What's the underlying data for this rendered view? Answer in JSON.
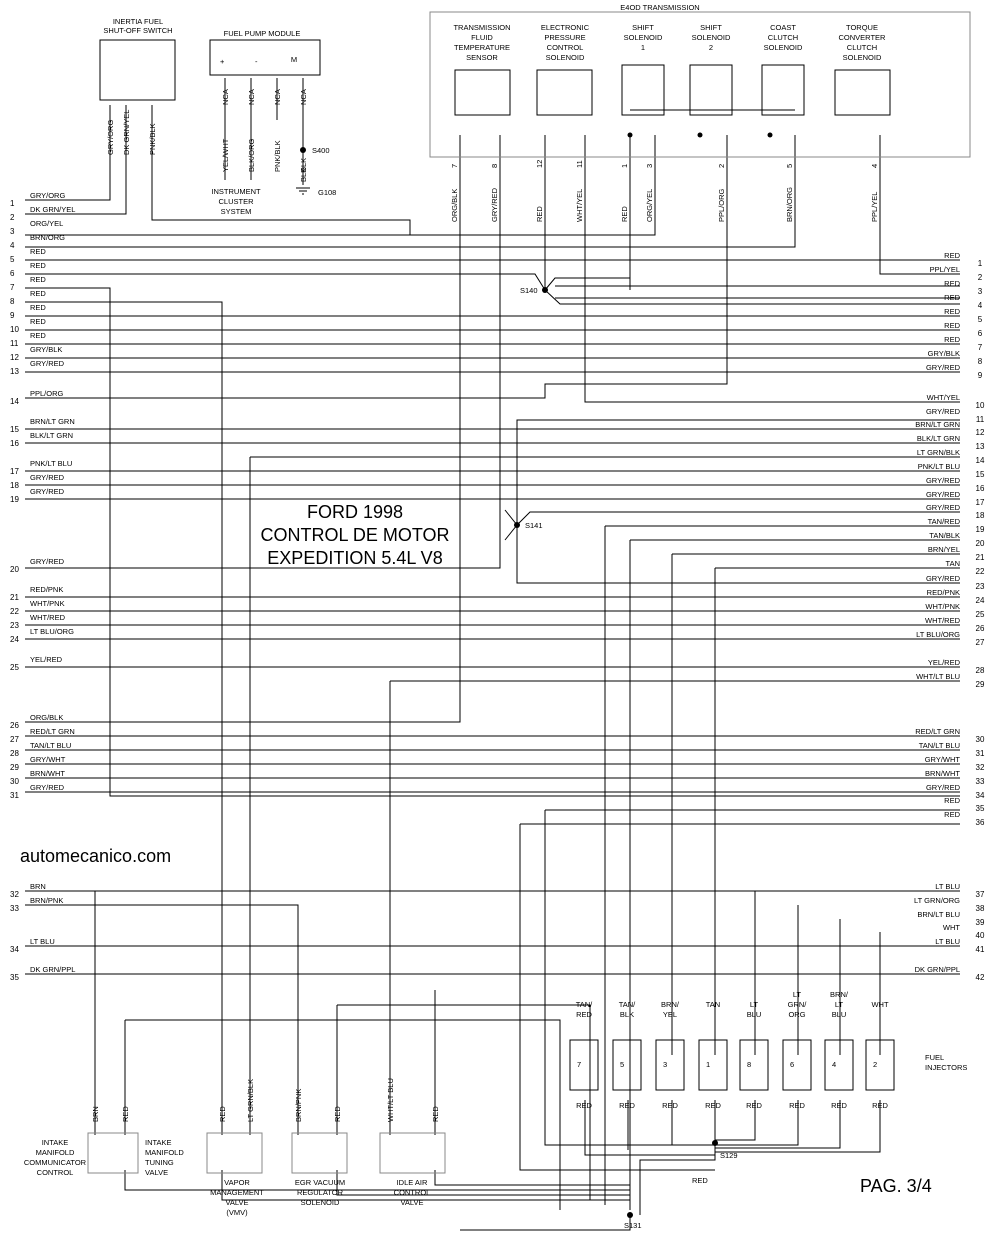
{
  "title": {
    "line1": "FORD 1998",
    "line2": "CONTROL DE MOTOR",
    "line3": "EXPEDITION 5.4L V8"
  },
  "watermark": "automecanico.com",
  "page_number": "PAG. 3/4",
  "left_pins": [
    {
      "num": "1",
      "color": "GRY/ORG"
    },
    {
      "num": "2",
      "color": "DK GRN/YEL"
    },
    {
      "num": "3",
      "color": "ORG/YEL"
    },
    {
      "num": "4",
      "color": "BRN/ORG"
    },
    {
      "num": "5",
      "color": "RED"
    },
    {
      "num": "6",
      "color": "RED"
    },
    {
      "num": "7",
      "color": "RED"
    },
    {
      "num": "8",
      "color": "RED"
    },
    {
      "num": "9",
      "color": "RED"
    },
    {
      "num": "10",
      "color": "RED"
    },
    {
      "num": "11",
      "color": "RED"
    },
    {
      "num": "12",
      "color": "GRY/BLK"
    },
    {
      "num": "13",
      "color": "GRY/RED"
    },
    {
      "num": "14",
      "color": "PPL/ORG"
    },
    {
      "num": "15",
      "color": "BRN/LT GRN"
    },
    {
      "num": "16",
      "color": "BLK/LT GRN"
    },
    {
      "num": "17",
      "color": "PNK/LT BLU"
    },
    {
      "num": "18",
      "color": "GRY/RED"
    },
    {
      "num": "19",
      "color": "GRY/RED"
    },
    {
      "num": "20",
      "color": "GRY/RED"
    },
    {
      "num": "21",
      "color": "RED/PNK"
    },
    {
      "num": "22",
      "color": "WHT/PNK"
    },
    {
      "num": "23",
      "color": "WHT/RED"
    },
    {
      "num": "24",
      "color": "LT BLU/ORG"
    },
    {
      "num": "25",
      "color": "YEL/RED"
    },
    {
      "num": "26",
      "color": "ORG/BLK"
    },
    {
      "num": "27",
      "color": "RED/LT GRN"
    },
    {
      "num": "28",
      "color": "TAN/LT BLU"
    },
    {
      "num": "29",
      "color": "GRY/WHT"
    },
    {
      "num": "30",
      "color": "BRN/WHT"
    },
    {
      "num": "31",
      "color": "GRY/RED"
    },
    {
      "num": "32",
      "color": "BRN"
    },
    {
      "num": "33",
      "color": "BRN/PNK"
    },
    {
      "num": "34",
      "color": "LT BLU"
    },
    {
      "num": "35",
      "color": "DK GRN/PPL"
    }
  ],
  "right_pins": [
    {
      "num": "1",
      "color": "RED"
    },
    {
      "num": "2",
      "color": "PPL/YEL"
    },
    {
      "num": "3",
      "color": "RED"
    },
    {
      "num": "4",
      "color": "RED"
    },
    {
      "num": "5",
      "color": "RED"
    },
    {
      "num": "6",
      "color": "RED"
    },
    {
      "num": "7",
      "color": "RED"
    },
    {
      "num": "8",
      "color": "GRY/BLK"
    },
    {
      "num": "9",
      "color": "GRY/RED"
    },
    {
      "num": "10",
      "color": "WHT/YEL"
    },
    {
      "num": "11",
      "color": "GRY/RED"
    },
    {
      "num": "12",
      "color": "BRN/LT GRN"
    },
    {
      "num": "13",
      "color": "BLK/LT GRN"
    },
    {
      "num": "14",
      "color": "LT GRN/BLK"
    },
    {
      "num": "15",
      "color": "PNK/LT BLU"
    },
    {
      "num": "16",
      "color": "GRY/RED"
    },
    {
      "num": "17",
      "color": "GRY/RED"
    },
    {
      "num": "18",
      "color": "GRY/RED"
    },
    {
      "num": "19",
      "color": "TAN/RED"
    },
    {
      "num": "20",
      "color": "TAN/BLK"
    },
    {
      "num": "21",
      "color": "BRN/YEL"
    },
    {
      "num": "22",
      "color": "TAN"
    },
    {
      "num": "23",
      "color": "GRY/RED"
    },
    {
      "num": "24",
      "color": "RED/PNK"
    },
    {
      "num": "25",
      "color": "WHT/PNK"
    },
    {
      "num": "26",
      "color": "WHT/RED"
    },
    {
      "num": "27",
      "color": "LT BLU/ORG"
    },
    {
      "num": "28",
      "color": "YEL/RED"
    },
    {
      "num": "29",
      "color": "WHT/LT BLU"
    },
    {
      "num": "30",
      "color": "RED/LT GRN"
    },
    {
      "num": "31",
      "color": "TAN/LT BLU"
    },
    {
      "num": "32",
      "color": "GRY/WHT"
    },
    {
      "num": "33",
      "color": "BRN/WHT"
    },
    {
      "num": "34",
      "color": "GRY/RED"
    },
    {
      "num": "35",
      "color": "RED"
    },
    {
      "num": "36",
      "color": "RED"
    },
    {
      "num": "37",
      "color": "LT BLU"
    },
    {
      "num": "38",
      "color": "LT GRN/ORG"
    },
    {
      "num": "39",
      "color": "BRN/LT BLU"
    },
    {
      "num": "40",
      "color": "WHT"
    },
    {
      "num": "41",
      "color": "LT BLU"
    },
    {
      "num": "42",
      "color": "DK GRN/PPL"
    }
  ],
  "inertia": {
    "title1": "INERTIA FUEL",
    "title2": "SHUT-OFF SWITCH",
    "wires": [
      "GRY/ORG",
      "DK GRN/YEL",
      "PNK/BLK"
    ]
  },
  "fuel_pump": {
    "title": "FUEL PUMP MODULE",
    "plus": "+",
    "minus": "-",
    "motor": "M",
    "nca": "NCA",
    "wires": [
      "YEL/WHT",
      "BLK/ORG",
      "PNK/BLK",
      "BLK"
    ],
    "s400": "S400",
    "blk": "BLK",
    "g108": "G108",
    "cluster1": "INSTRUMENT",
    "cluster2": "CLUSTER",
    "cluster3": "SYSTEM"
  },
  "e4od": {
    "title": "E4OD TRANSMISSION",
    "comps": [
      {
        "lines": [
          "TRANSMISSION",
          "FLUID",
          "TEMPERATURE",
          "SENSOR"
        ]
      },
      {
        "lines": [
          "ELECTRONIC",
          "PRESSURE",
          "CONTROL",
          "SOLENOID"
        ]
      },
      {
        "lines": [
          "SHIFT",
          "SOLENOID",
          "1"
        ]
      },
      {
        "lines": [
          "SHIFT",
          "SOLENOID",
          "2"
        ]
      },
      {
        "lines": [
          "COAST",
          "CLUTCH",
          "SOLENOID"
        ]
      },
      {
        "lines": [
          "TORQUE",
          "CONVERTER",
          "CLUTCH",
          "SOLENOID"
        ]
      }
    ],
    "pins": [
      {
        "num": "7",
        "color": "ORG/BLK"
      },
      {
        "num": "8",
        "color": "GRY/RED"
      },
      {
        "num": "12",
        "color": "RED"
      },
      {
        "num": "11",
        "color": "WHT/YEL"
      },
      {
        "num": "1",
        "color": "RED"
      },
      {
        "num": "3",
        "color": "ORG/YEL"
      },
      {
        "num": "2",
        "color": "PPL/ORG"
      },
      {
        "num": "5",
        "color": "BRN/ORG"
      },
      {
        "num": "4",
        "color": "PPL/YEL"
      }
    ]
  },
  "splices": {
    "s140": "S140",
    "s141": "S141",
    "s129": "S129",
    "s131": "S131",
    "red": "RED"
  },
  "injectors": {
    "label1": "FUEL",
    "label2": "INJECTORS",
    "items": [
      {
        "num": "7",
        "top1": "TAN/",
        "top2": "RED",
        "bottom": "RED"
      },
      {
        "num": "5",
        "top1": "TAN/",
        "top2": "BLK",
        "bottom": "RED"
      },
      {
        "num": "3",
        "top1": "BRN/",
        "top2": "YEL",
        "bottom": "RED"
      },
      {
        "num": "1",
        "top1": "",
        "top2": "TAN",
        "bottom": "RED"
      },
      {
        "num": "8",
        "top1": "LT",
        "top2": "BLU",
        "bottom": "RED"
      },
      {
        "num": "6",
        "top1": "LT",
        "top2": "GRN/",
        "top3": "ORG",
        "bottom": "RED"
      },
      {
        "num": "4",
        "top1": "BRN/",
        "top2": "LT",
        "top3": "BLU",
        "bottom": "RED"
      },
      {
        "num": "2",
        "top1": "",
        "top2": "WHT",
        "bottom": "RED"
      }
    ]
  },
  "bottom_comps": [
    {
      "wires": [
        "BRN",
        "RED"
      ],
      "left": [
        "INTAKE",
        "MANIFOLD",
        "COMMUNICATOR",
        "CONTROL"
      ],
      "right": [
        "INTAKE",
        "MANIFOLD",
        "TUNING",
        "VALVE"
      ]
    },
    {
      "wires": [
        "RED",
        "LT GRN/BLK"
      ],
      "below": [
        "VAPOR",
        "MANAGEMENT",
        "VALVE",
        "(VMV)"
      ]
    },
    {
      "wires": [
        "BRN/PNK",
        "RED"
      ],
      "below": [
        "EGR VACUUM",
        "REGULATOR",
        "SOLENOID"
      ]
    },
    {
      "wires": [
        "WHT/LT BLU",
        "RED"
      ],
      "below": [
        "IDLE AIR",
        "CONTROL",
        "VALVE"
      ]
    }
  ]
}
